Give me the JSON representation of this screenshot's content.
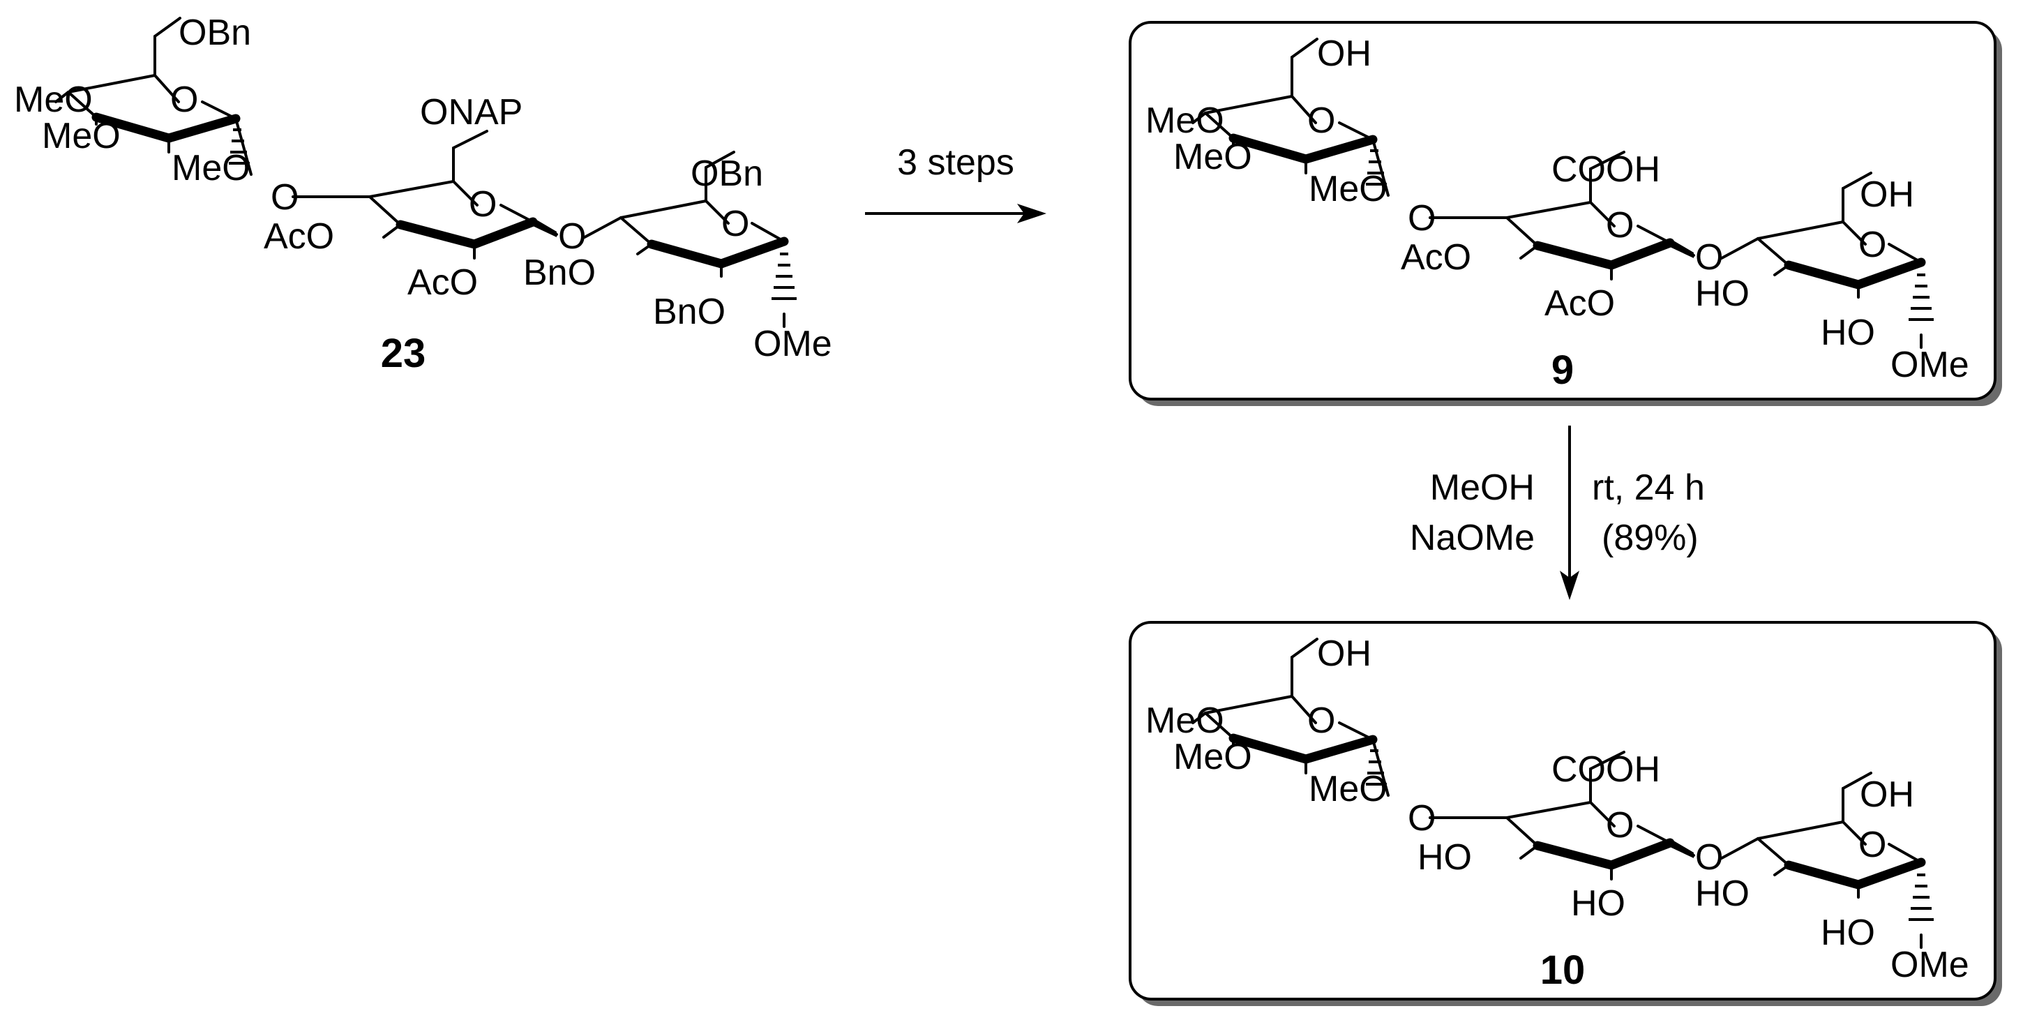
{
  "scheme": {
    "compounds": {
      "c23": {
        "number": "23",
        "residue_a": {
          "c6": "OBn",
          "o4": "MeO",
          "o3": "MeO",
          "o2": "MeO",
          "ring_o": "O",
          "link_o": "O"
        },
        "residue_b": {
          "c6": "ONAP",
          "o3": "AcO",
          "o2": "AcO",
          "ring_o": "O",
          "link_o": "O"
        },
        "residue_c": {
          "c6": "OBn",
          "o3": "BnO",
          "o2": "BnO",
          "ring_o": "O",
          "aglycone": "OMe"
        }
      },
      "c9": {
        "number": "9",
        "residue_a": {
          "c6": "OH",
          "o4": "MeO",
          "o3": "MeO",
          "o2": "MeO",
          "ring_o": "O",
          "link_o": "O"
        },
        "residue_b": {
          "c6": "COOH",
          "o3": "AcO",
          "o2": "AcO",
          "ring_o": "O",
          "link_o": "O"
        },
        "residue_c": {
          "c6": "OH",
          "o3": "HO",
          "o2": "HO",
          "ring_o": "O",
          "aglycone": "OMe"
        }
      },
      "c10": {
        "number": "10",
        "residue_a": {
          "c6": "OH",
          "o4": "MeO",
          "o3": "MeO",
          "o2": "MeO",
          "ring_o": "O",
          "link_o": "O"
        },
        "residue_b": {
          "c6": "COOH",
          "o3": "HO",
          "o2": "HO",
          "ring_o": "O",
          "link_o": "O"
        },
        "residue_c": {
          "c6": "OH",
          "o3": "HO",
          "o2": "HO",
          "ring_o": "O",
          "aglycone": "OMe"
        }
      }
    },
    "arrow1": {
      "label": "3 steps"
    },
    "arrow2": {
      "left_lines": [
        "MeOH",
        "NaOMe"
      ],
      "right_lines": [
        "rt, 24 h",
        "(89%)"
      ]
    }
  }
}
